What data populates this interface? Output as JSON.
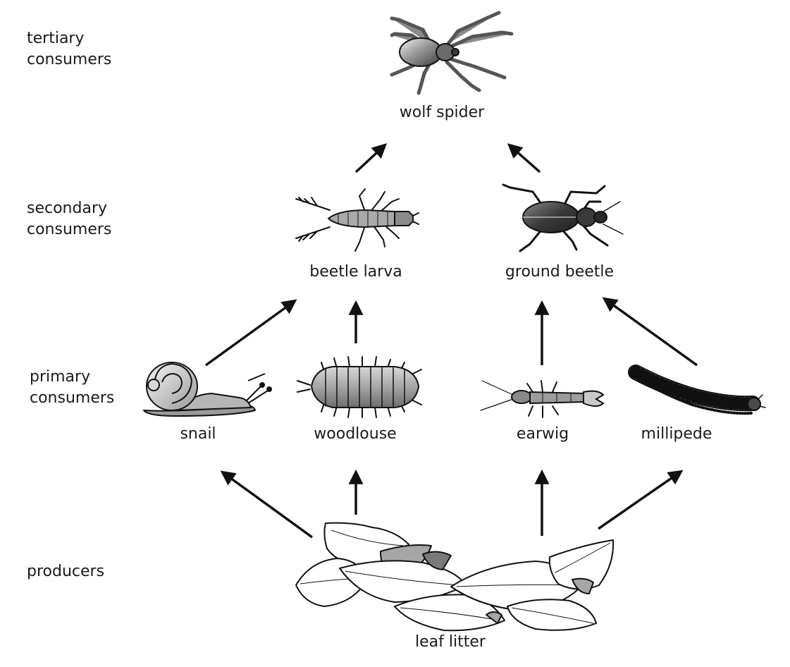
{
  "levels": {
    "tertiary": [
      "tertiary",
      "consumers"
    ],
    "secondary": [
      "secondary",
      "consumers"
    ],
    "primary": [
      "primary",
      "consumers"
    ],
    "producers": [
      "producers"
    ]
  },
  "organisms": {
    "wolf_spider": "wolf spider",
    "beetle_larva": "beetle larva",
    "ground_beetle": "ground beetle",
    "snail": "snail",
    "woodlouse": "woodlouse",
    "earwig": "earwig",
    "millipede": "millipede",
    "leaf_litter": "leaf litter"
  },
  "links": [
    {
      "from": "leaf litter",
      "to": "snail"
    },
    {
      "from": "leaf litter",
      "to": "woodlouse"
    },
    {
      "from": "leaf litter",
      "to": "earwig"
    },
    {
      "from": "leaf litter",
      "to": "millipede"
    },
    {
      "from": "snail",
      "to": "beetle larva"
    },
    {
      "from": "woodlouse",
      "to": "beetle larva"
    },
    {
      "from": "earwig",
      "to": "ground beetle"
    },
    {
      "from": "millipede",
      "to": "ground beetle"
    },
    {
      "from": "beetle larva",
      "to": "wolf spider"
    },
    {
      "from": "ground beetle",
      "to": "wolf spider"
    }
  ]
}
